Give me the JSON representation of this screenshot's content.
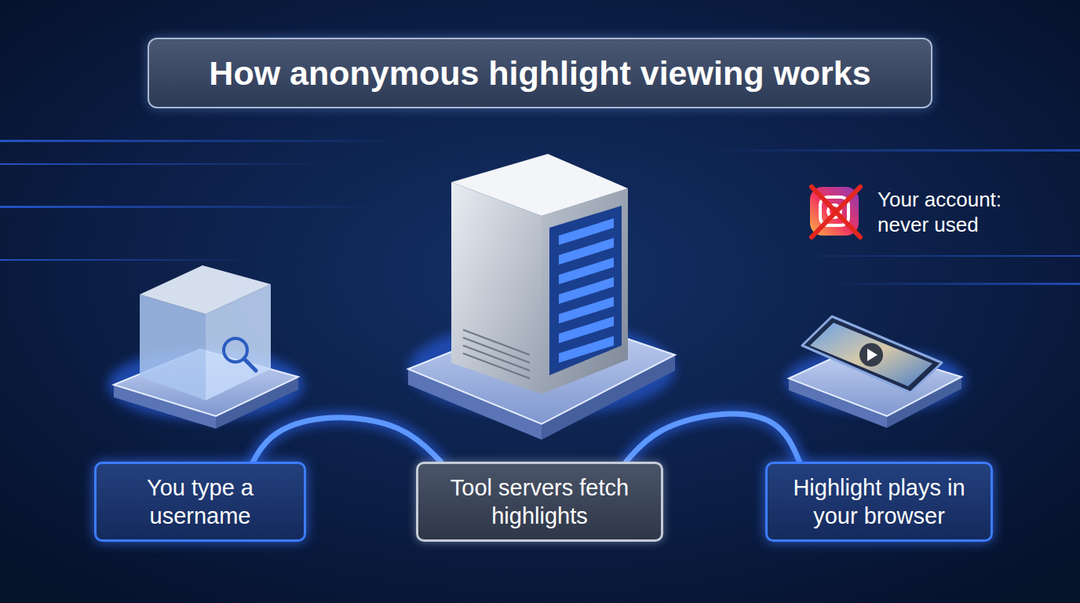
{
  "diagram": {
    "title": "How anonymous highlight viewing works",
    "nodes": [
      {
        "text": [
          "You type a username"
        ]
      },
      {
        "text": [
          "Tool servers fetch highlights"
        ]
      },
      {
        "text": [
          "Highlight plays in your browser"
        ]
      }
    ],
    "edges": [
      {
        "from": 0,
        "to": 1,
        "arrow": "none"
      },
      {
        "from": 1,
        "to": 2,
        "arrow": "none"
      }
    ],
    "labels": [
      "Your account: never used"
    ]
  }
}
